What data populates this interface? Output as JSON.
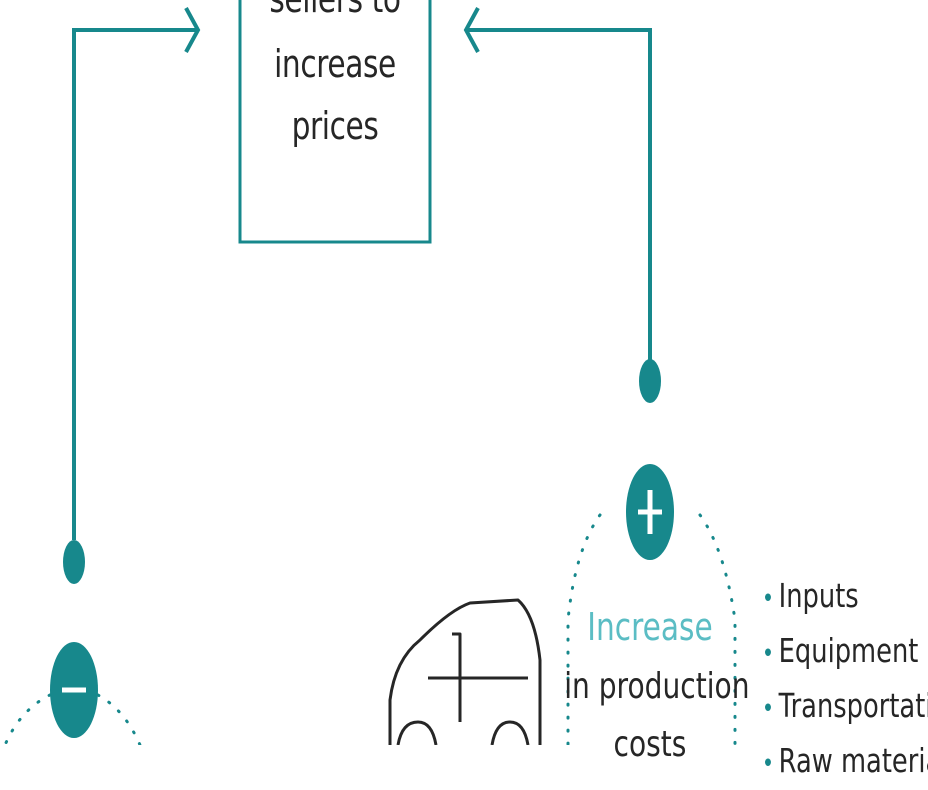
{
  "box": {
    "lines": [
      "sellers to",
      "increase",
      "prices"
    ]
  },
  "production_costs": {
    "headline": "Increase",
    "line2": "in production",
    "line3": "costs"
  },
  "cost_items": [
    "Inputs",
    "Equipment",
    "Transportation",
    "Raw materials"
  ],
  "icons": {
    "plus": "plus-icon",
    "minus": "minus-icon",
    "car": "car-icon"
  },
  "colors": {
    "teal": "#17888c",
    "accent_text": "#5bbdc4",
    "text": "#262626"
  }
}
